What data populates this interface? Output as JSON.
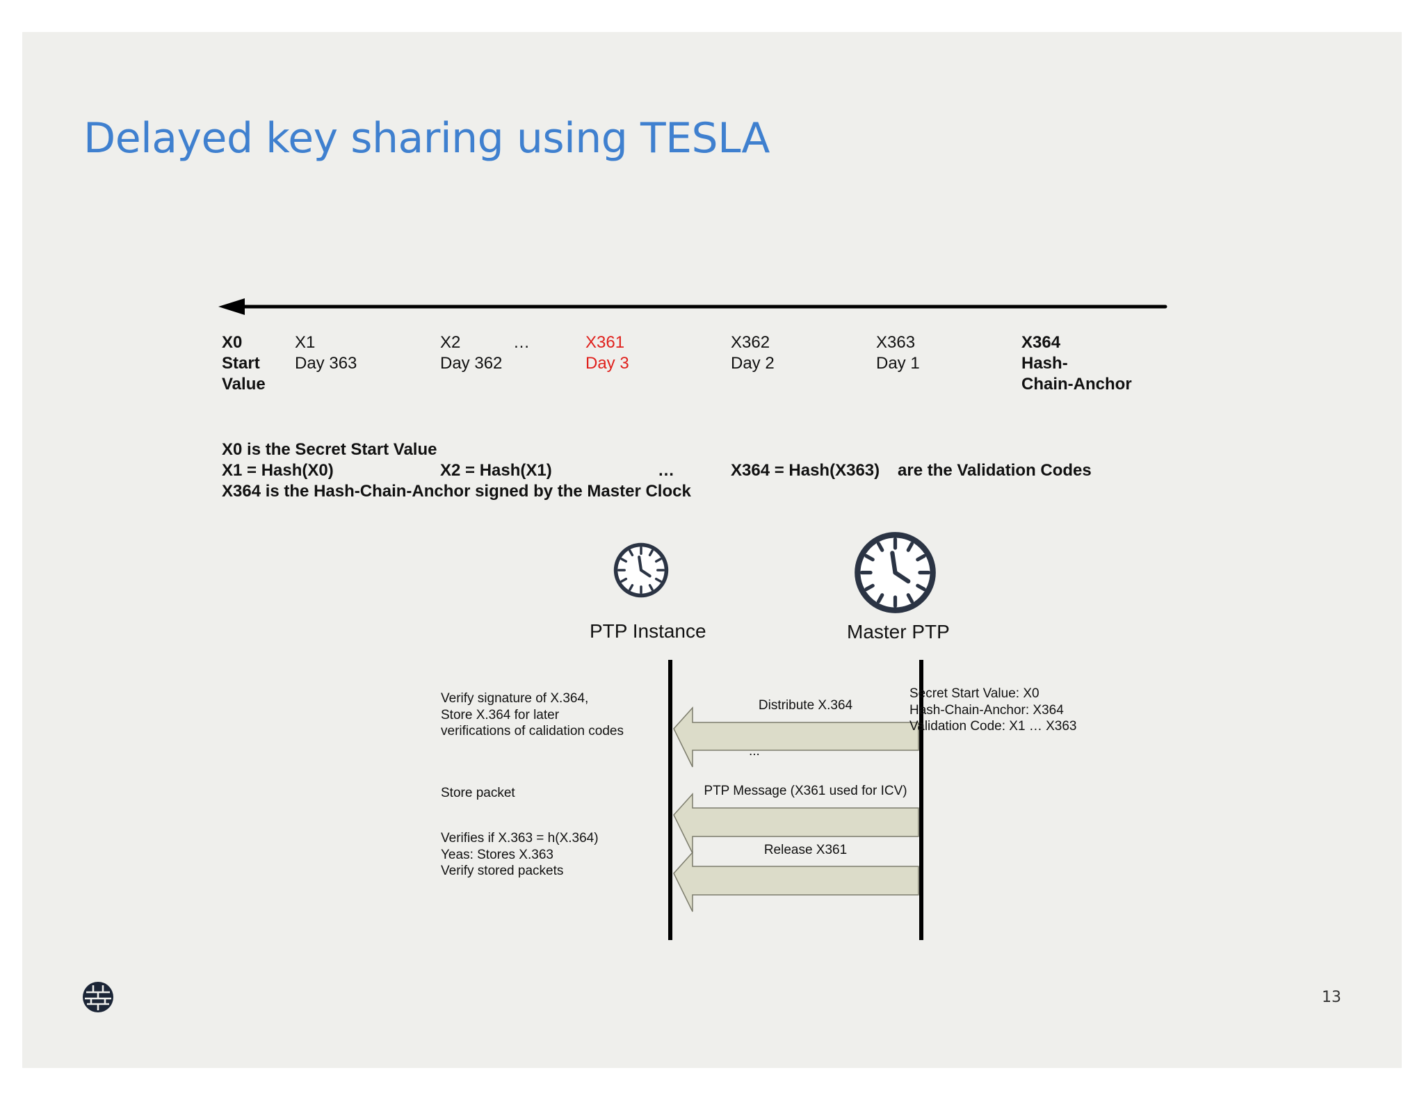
{
  "title": "Delayed key sharing using TESLA",
  "timeline": {
    "labels": [
      {
        "id": "x0",
        "lines": [
          "X0",
          "Start",
          "Value"
        ],
        "bold": true,
        "highlight": false
      },
      {
        "id": "x1",
        "lines": [
          "X1",
          "Day 363"
        ],
        "bold": false,
        "highlight": false
      },
      {
        "id": "x2",
        "lines": [
          "X2"
        ],
        "bold": false,
        "highlight": false
      },
      {
        "id": "x2day",
        "lines": [
          "Day 362"
        ],
        "bold": false,
        "highlight": false
      },
      {
        "id": "ellipsis",
        "lines": [
          "…"
        ],
        "bold": false,
        "highlight": false
      },
      {
        "id": "x361",
        "lines": [
          "X361",
          "Day 3"
        ],
        "bold": false,
        "highlight": true
      },
      {
        "id": "x362",
        "lines": [
          "X362",
          "Day 2"
        ],
        "bold": false,
        "highlight": false
      },
      {
        "id": "x363",
        "lines": [
          "X363",
          "Day 1"
        ],
        "bold": false,
        "highlight": false
      },
      {
        "id": "x364",
        "lines": [
          "X364",
          "Hash-",
          "Chain-Anchor"
        ],
        "bold": true,
        "highlight": false
      }
    ]
  },
  "formulas": {
    "line1": "X0 is the Secret Start Value",
    "x1": "X1 = Hash(X0)",
    "x2": "X2 = Hash(X1)",
    "ellipsis": "…",
    "x364": "X364 = Hash(X363)",
    "suffix": "are the Validation Codes",
    "line3": "X364 is the Hash-Chain-Anchor signed by the Master Clock"
  },
  "actors": {
    "instance": {
      "label": "PTP Instance",
      "icon": "clock-icon"
    },
    "master": {
      "label": "Master PTP",
      "icon": "clock-icon"
    }
  },
  "master_note": [
    "Secret Start Value: X0",
    "Hash-Chain-Anchor: X364",
    "Validation Code: X1 … X363"
  ],
  "messages": [
    {
      "label": "Distribute X.364",
      "note": [
        "Verify signature of X.364,",
        "Store X.364 for later",
        "verifications of calidation codes"
      ]
    },
    {
      "label": "PTP Message (X361 used for ICV)",
      "note": [
        "Store packet"
      ]
    },
    {
      "label": "Release X361",
      "note": [
        "Verifies if X.363 = h(X.364)",
        "Yeas: Stores X.363",
        "Verify stored packets"
      ]
    }
  ],
  "between_ellipsis": "...",
  "page_number": "13",
  "colors": {
    "title": "#3f80cf",
    "highlight": "#e0201c",
    "arrow_fill": "#dcdcc9",
    "background": "#efefec",
    "clock": "#2b3444"
  }
}
